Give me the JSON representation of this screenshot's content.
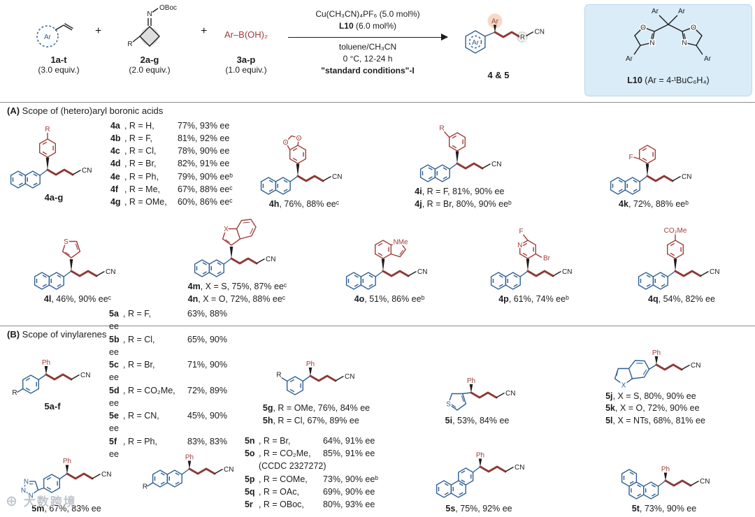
{
  "colors": {
    "blue": "#2f5f93",
    "red": "#a03d3a",
    "chain": "#8d3a36",
    "box_bg": "#d9ecf8",
    "watermark": "#b9bfc6"
  },
  "scheme": {
    "reagent1": {
      "ar": "Ar",
      "label": "1a-t",
      "equiv": "(3.0 equiv.)"
    },
    "plus1": "+",
    "plus2": "+",
    "reagent2": {
      "n": "N",
      "oboc": "OBoc",
      "r": "R",
      "label": "2a-g",
      "equiv": "(2.0 equiv.)"
    },
    "reagent3": {
      "formula": "Ar–B(OH)₂",
      "label": "3a-p",
      "equiv": "(1.0 equiv.)"
    },
    "conditions": {
      "line1": "Cu(CH₃CN)₄PF₆ (5.0 mol%)",
      "line2_bold": "L10",
      "line2_rest": " (6.0 mol%)",
      "line3": "toluene/CH₃CN",
      "line4": "0 °C, 12-24 h",
      "line5": "\"standard conditions\"-I"
    },
    "product": {
      "ar_ring": "Ar",
      "ar_top": "Ar",
      "r": "R",
      "cn": "CN",
      "label": "4 & 5"
    },
    "ligand": {
      "ar_tl": "Ar",
      "ar_tr": "Ar",
      "ar_bl": "Ar",
      "ar_br": "Ar",
      "o_l": "O",
      "n_l": "N",
      "o_r": "O",
      "n_r": "N",
      "caption_bold": "L10",
      "caption_rest": " (Ar = 4-ᵗBuC₆H₄)"
    }
  },
  "sectionA": {
    "title_bold": "(A)",
    "title_rest": " Scope of (hetero)aryl boronic acids",
    "g4ag": {
      "r": "R",
      "cn": "CN",
      "label": "4a-g",
      "entries": [
        {
          "id": "4a",
          "mid": ", R = H,",
          "res": "77%, 93% ee"
        },
        {
          "id": "4b",
          "mid": ", R = F,",
          "res": "81%, 92% ee"
        },
        {
          "id": "4c",
          "mid": ", R = Cl,",
          "res": "78%, 90% ee"
        },
        {
          "id": "4d",
          "mid": ", R = Br,",
          "res": "82%, 91% ee"
        },
        {
          "id": "4e",
          "mid": ", R = Ph,",
          "res": "79%, 90% eeᵇ"
        },
        {
          "id": "4f",
          "mid": ", R = Me,",
          "res": "67%, 88% eeᶜ"
        },
        {
          "id": "4g",
          "mid": ", R = OMe,",
          "res": "60%, 86% eeᶜ"
        }
      ]
    },
    "c4h": {
      "o1": "O",
      "o2": "O",
      "cn": "CN",
      "id": "4h",
      "rest": ", 76%, 88% eeᶜ"
    },
    "c4ij": {
      "r": "R",
      "cn": "CN",
      "lines": [
        {
          "id": "4i",
          "rest": ", R = F, 81%, 90% ee"
        },
        {
          "id": "4j",
          "rest": ", R = Br, 80%, 90% eeᵇ"
        }
      ]
    },
    "c4k": {
      "f": "F",
      "cn": "CN",
      "id": "4k",
      "rest": ", 72%, 88% eeᵇ"
    },
    "c4l": {
      "s": "S",
      "cn": "CN",
      "id": "4l",
      "rest": ", 46%, 90% eeᶜ"
    },
    "c4mn": {
      "x": "X",
      "cn": "CN",
      "lines": [
        {
          "id": "4m",
          "rest": ", X = S, 75%, 87% eeᶜ"
        },
        {
          "id": "4n",
          "rest": ", X = O, 72%, 88% eeᶜ"
        }
      ]
    },
    "c4o": {
      "nme": "NMe",
      "cn": "CN",
      "id": "4o",
      "rest": ", 51%, 86% eeᵇ"
    },
    "c4p": {
      "f": "F",
      "n": "N",
      "br": "Br",
      "cn": "CN",
      "id": "4p",
      "rest": ", 61%, 74% eeᵇ"
    },
    "c4q": {
      "co2me": "CO₂Me",
      "cn": "CN",
      "id": "4q",
      "rest": ", 54%, 82% ee"
    }
  },
  "sectionB": {
    "title_bold": "(B)",
    "title_rest": " Scope of vinylarenes",
    "g5af": {
      "r": "R",
      "ph": "Ph",
      "cn": "CN",
      "label": "5a-f",
      "entries": [
        {
          "id": "5a",
          "mid": ", R = F,",
          "res": "63%, 88% ee"
        },
        {
          "id": "5b",
          "mid": ", R = Cl,",
          "res": "65%, 90% ee"
        },
        {
          "id": "5c",
          "mid": ", R = Br,",
          "res": "71%, 90% ee"
        },
        {
          "id": "5d",
          "mid": ", R = CO₂Me,",
          "res": "72%, 89% ee"
        },
        {
          "id": "5e",
          "mid": ", R = CN,",
          "res": "45%, 90% ee"
        },
        {
          "id": "5f",
          "mid": ", R = Ph,",
          "res": "83%, 83% ee"
        }
      ]
    },
    "c5gh": {
      "r": "R",
      "ph": "Ph",
      "cn": "CN",
      "lines": [
        {
          "id": "5g",
          "rest": ", R = OMe, 76%, 84% ee"
        },
        {
          "id": "5h",
          "rest": ", R = Cl, 67%, 89% ee"
        }
      ]
    },
    "c5i": {
      "s": "S",
      "ph": "Ph",
      "cn": "CN",
      "id": "5i",
      "rest": ", 53%, 84% ee"
    },
    "c5jkl": {
      "x": "X",
      "ph": "Ph",
      "cn": "CN",
      "lines": [
        {
          "id": "5j",
          "rest": ", X = S, 80%, 90% ee"
        },
        {
          "id": "5k",
          "rest": ", X = O, 72%, 90% ee"
        },
        {
          "id": "5l",
          "rest": ", X = NTs, 68%, 81% ee"
        }
      ]
    },
    "c5m": {
      "n1": "N",
      "n2": "N",
      "n3": "N",
      "ph": "Ph",
      "cn": "CN",
      "id": "5m",
      "rest": ", 67%, 83% ee"
    },
    "g5nr": {
      "r": "R",
      "ph": "Ph",
      "cn": "CN",
      "entries": [
        {
          "id": "5n",
          "mid": ", R = Br,",
          "res": "64%, 91% ee"
        },
        {
          "id": "5o",
          "mid": ", R = CO₂Me,",
          "res": "85%, 91% ee"
        },
        {
          "id": "",
          "mid": "(CCDC 2327272)",
          "res": ""
        },
        {
          "id": "5p",
          "mid": ", R = COMe,",
          "res": "73%, 90% eeᵇ"
        },
        {
          "id": "5q",
          "mid": ", R = OAc,",
          "res": "69%, 90% ee"
        },
        {
          "id": "5r",
          "mid": ", R = OBoc,",
          "res": "80%, 93% ee"
        }
      ]
    },
    "c5s": {
      "ph": "Ph",
      "cn": "CN",
      "id": "5s",
      "rest": ", 75%, 92% ee"
    },
    "c5t": {
      "ph": "Ph",
      "cn": "CN",
      "id": "5t",
      "rest": ", 73%, 90% ee"
    }
  },
  "watermark": {
    "icon": "⊕",
    "text": "大数跨境"
  }
}
